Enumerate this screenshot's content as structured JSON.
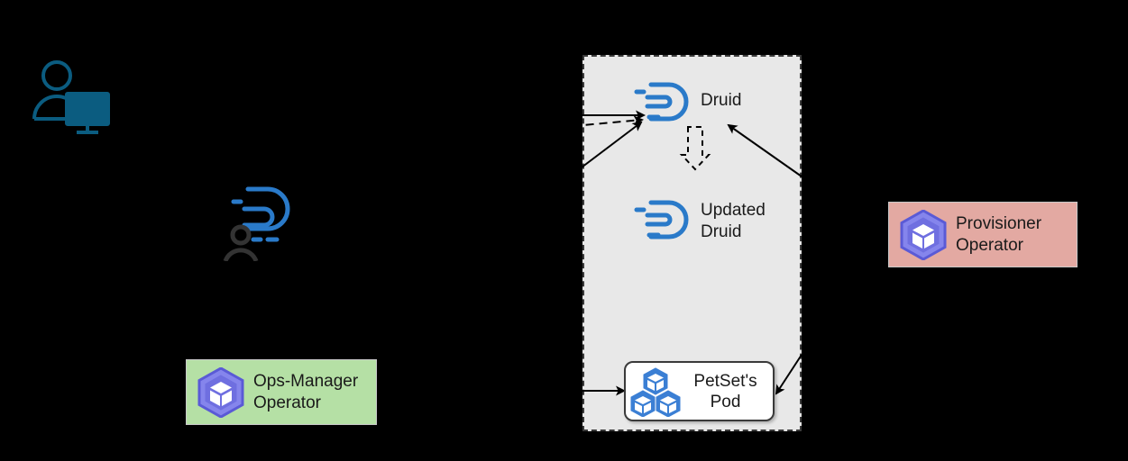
{
  "diagram": {
    "background_color": "#000000",
    "namespace": {
      "fill_color": "#e8e8e8",
      "border_style": "dashed",
      "border_color": "#3a3a3a"
    },
    "nodes": {
      "user_workstation": {
        "icon": "user-at-computer-icon",
        "color": "#0b5c80"
      },
      "druid_user": {
        "icon": "druid-with-user-icon",
        "druid_color": "#2a7ac9",
        "user_color": "#333333"
      },
      "druid": {
        "label": "Druid",
        "icon": "druid-logo-icon",
        "color": "#2a7ac9"
      },
      "updated_druid": {
        "label": "Updated\nDruid",
        "icon": "druid-logo-icon",
        "color": "#2a7ac9"
      },
      "petset_pod": {
        "label": "PetSet's\nPod",
        "icon": "kubernetes-pod-cubes-icon",
        "icon_color": "#3b7fd4",
        "fill_color": "#ffffff",
        "border_color": "#3a3a3a"
      },
      "ops_manager_operator": {
        "label": "Ops-Manager\nOperator",
        "icon": "operator-hexagon-icon",
        "icon_color": "#6f6fe0",
        "fill_color": "#b5e0a5"
      },
      "provisioner_operator": {
        "label": "Provisioner\nOperator",
        "icon": "operator-hexagon-icon",
        "icon_color": "#6f6fe0",
        "fill_color": "#e3a9a2"
      }
    },
    "connectors": [
      {
        "name": "solid-arrow-to-druid-horizontal",
        "style": "solid",
        "direction": "to-druid"
      },
      {
        "name": "dashed-arrow-to-druid",
        "style": "dashed",
        "direction": "to-druid"
      },
      {
        "name": "solid-arrow-to-druid-diagonal",
        "style": "solid",
        "direction": "to-druid"
      },
      {
        "name": "dashed-arrow-druid-to-updated-druid",
        "style": "dashed-outline",
        "direction": "down"
      },
      {
        "name": "arrow-provisioner-to-druid",
        "style": "solid",
        "direction": "to-druid"
      },
      {
        "name": "arrow-provisioner-to-petset-pod",
        "style": "solid",
        "direction": "to-pod"
      },
      {
        "name": "arrow-to-petset-pod-horizontal",
        "style": "solid",
        "direction": "to-pod"
      },
      {
        "name": "arrow-to-ops-manager-operator",
        "style": "solid",
        "direction": "down"
      },
      {
        "name": "arrow-to-provisioner-operator",
        "style": "solid",
        "direction": "right"
      }
    ]
  }
}
